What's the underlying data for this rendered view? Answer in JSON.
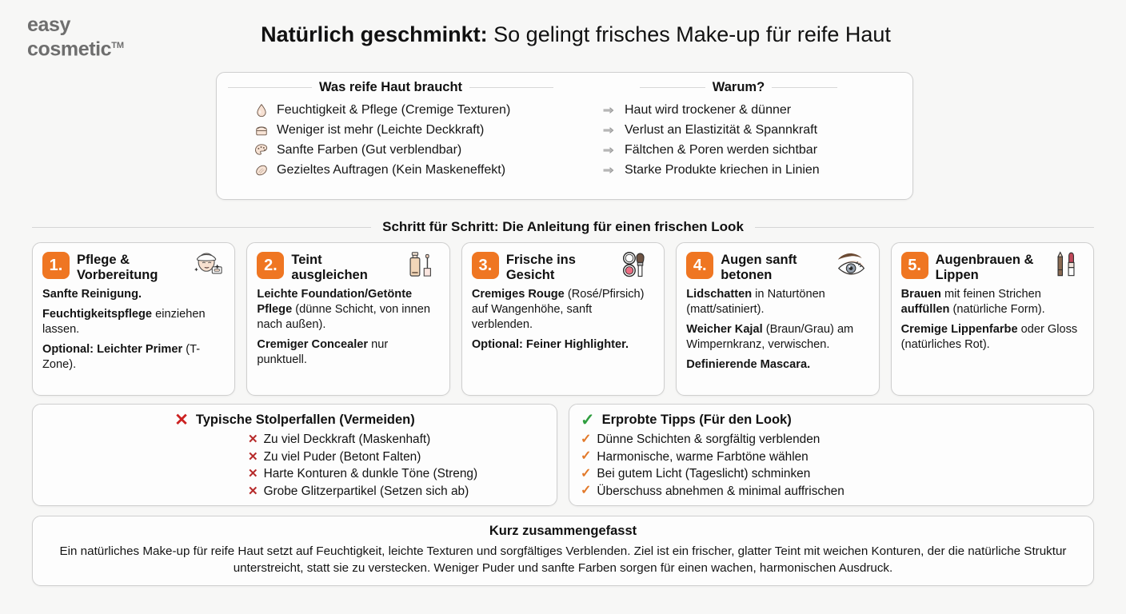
{
  "header": {
    "logo_line1": "easy",
    "logo_line2": "cosmetic",
    "logo_tm": "TM",
    "title_strong": "Natürlich geschminkt:",
    "title_rest": " So gelingt frisches Make-up für reife Haut"
  },
  "needs_panel": {
    "left": {
      "heading": "Was reife Haut braucht",
      "items": [
        {
          "icon": "droplet-icon",
          "text": "Feuchtigkeit & Pflege (Cremige Texturen)"
        },
        {
          "icon": "cream-jar-icon",
          "text": "Weniger ist mehr (Leichte Deckkraft)"
        },
        {
          "icon": "palette-icon",
          "text": "Sanfte Farben (Gut verblendbar)"
        },
        {
          "icon": "sponge-icon",
          "text": "Gezieltes Auftragen (Kein Maskeneffekt)"
        }
      ]
    },
    "right": {
      "heading": "Warum?",
      "items": [
        {
          "icon": "arrow-right-icon",
          "text": "Haut wird trockener & dünner"
        },
        {
          "icon": "arrow-right-icon",
          "text": "Verlust an Elastizität & Spannkraft"
        },
        {
          "icon": "arrow-right-icon",
          "text": "Fältchen & Poren werden sichtbar"
        },
        {
          "icon": "arrow-right-icon",
          "text": "Starke Produkte kriechen in Linien"
        }
      ]
    }
  },
  "steps_section": {
    "divider_label": "Schritt für Schritt: Die Anleitung für einen frischen Look",
    "cards": [
      {
        "number": "1.",
        "title": "Pflege & Vorbereitung",
        "icon": "face-care-icon",
        "body": [
          {
            "bold": "Sanfte Reinigung.",
            "rest": ""
          },
          {
            "bold": "Feuchtigkeitspflege",
            "rest": " einziehen lassen."
          },
          {
            "bold": "Optional: Leichter Primer",
            "rest": " (T-Zone)."
          }
        ]
      },
      {
        "number": "2.",
        "title": "Teint ausgleichen",
        "icon": "foundation-bottle-icon",
        "body": [
          {
            "bold": "Leichte Foundation/Getönte Pflege",
            "rest": " (dünne Schicht, von innen nach außen)."
          },
          {
            "bold": "Cremiger Concealer",
            "rest": " nur punktuell."
          }
        ]
      },
      {
        "number": "3.",
        "title": "Frische ins Gesicht",
        "icon": "blush-brush-icon",
        "body": [
          {
            "bold": "Cremiges Rouge",
            "rest": " (Rosé/Pfirsich) auf Wangenhöhe, sanft verblenden."
          },
          {
            "bold": "Optional: Feiner Highlighter.",
            "rest": ""
          }
        ]
      },
      {
        "number": "4.",
        "title": "Augen sanft betonen",
        "icon": "eye-icon",
        "body": [
          {
            "bold": "Lidschatten",
            "rest": " in Naturtönen (matt/satiniert)."
          },
          {
            "bold": "Weicher Kajal",
            "rest": " (Braun/Grau) am Wimpernkranz, verwischen."
          },
          {
            "bold": "Definierende Mascara.",
            "rest": ""
          }
        ]
      },
      {
        "number": "5.",
        "title": "Augenbrauen & Lippen",
        "icon": "lipstick-pencil-icon",
        "body": [
          {
            "bold": "Brauen",
            "rest": " mit feinen Strichen "
          },
          {
            "bold": "auffüllen",
            "rest": " (natürliche Form)."
          },
          {
            "bold": "Cremige Lippenfarbe",
            "rest": " oder Gloss (natürliches Rot)."
          }
        ]
      }
    ]
  },
  "pitfalls": {
    "heading": "Typische Stolperfallen (Vermeiden)",
    "heading_icon": "cross-icon",
    "items": [
      "Zu viel Deckkraft (Maskenhaft)",
      "Zu viel Puder (Betont Falten)",
      "Harte Konturen & dunkle Töne (Streng)",
      "Grobe Glitzerpartikel (Setzen sich ab)"
    ]
  },
  "tips": {
    "heading": "Erprobte Tipps (Für den Look)",
    "heading_icon": "check-icon",
    "items": [
      "Dünne Schichten & sorgfältig verblenden",
      "Harmonische, warme Farbtöne wählen",
      "Bei gutem Licht (Tageslicht) schminken",
      "Überschuss abnehmen & minimal auffrischen"
    ]
  },
  "summary": {
    "title": "Kurz zusammengefasst",
    "text": "Ein natürliches Make-up für reife Haut setzt auf Feuchtigkeit, leichte Texturen und sorgfältiges Verblenden. Ziel ist ein frischer, glatter Teint mit weichen Konturen, der die natürliche Struktur unterstreicht, statt sie zu verstecken. Weniger Puder und sanfte Farben sorgen für einen wachen, harmonischen Ausdruck."
  },
  "colors": {
    "accent_orange": "#EF7622",
    "cross_red": "#CC2222",
    "check_green": "#2F9E3F",
    "check_orange": "#E2792A",
    "logo_gray": "#6E6E6E",
    "background": "#F7F7F6",
    "panel_bg": "#FDFDFD",
    "panel_border": "#CFCFCF"
  }
}
